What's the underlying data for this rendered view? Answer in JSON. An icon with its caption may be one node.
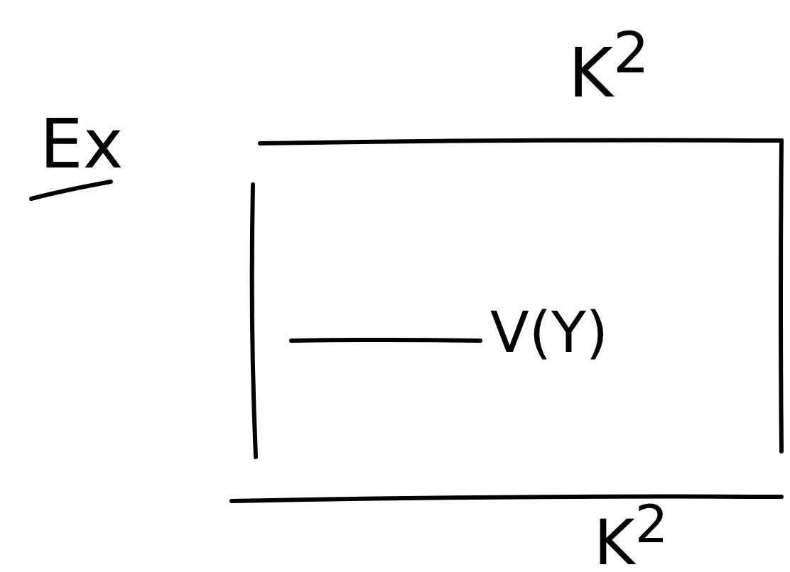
{
  "diagram": {
    "title": "Ex",
    "labels": [
      "K$^{2}$",
      "V(Y)",
      "K$^{2}$"
    ]
  }
}
